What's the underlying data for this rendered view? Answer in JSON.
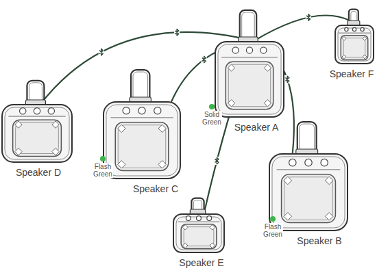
{
  "diagram": {
    "nodes": [
      {
        "text": [
          "Speaker A",
          "Solid Green"
        ]
      },
      {
        "text": [
          "Speaker F"
        ]
      },
      {
        "text": [
          "Speaker D"
        ]
      },
      {
        "text": [
          "Speaker C",
          "Flash Green"
        ]
      },
      {
        "text": [
          "Speaker B",
          "Flash Green"
        ]
      },
      {
        "text": [
          "Speaker E"
        ]
      }
    ],
    "edges": [
      {
        "from": 0,
        "to": 1,
        "arrow": "none"
      },
      {
        "from": 0,
        "to": 2,
        "arrow": "none"
      },
      {
        "from": 0,
        "to": 3,
        "arrow": "none"
      },
      {
        "from": 0,
        "to": 4,
        "arrow": "none"
      },
      {
        "from": 0,
        "to": 5,
        "arrow": "none"
      }
    ]
  }
}
